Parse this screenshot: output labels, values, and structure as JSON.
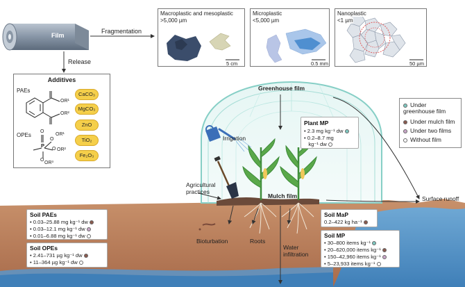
{
  "film": {
    "label": "Film"
  },
  "flow": {
    "fragmentation": "Fragmentation",
    "release": "Release"
  },
  "plastic_panels": [
    {
      "title": "Macroplastic and mesoplastic",
      "size": ">5,000 µm",
      "scale": "5 cm"
    },
    {
      "title": "Microplastic",
      "size": "<5,000 µm",
      "scale": "0.5 mm"
    },
    {
      "title": "Nanoplastic",
      "size": "<1 µm",
      "scale": "50 µm"
    }
  ],
  "additives": {
    "title": "Additives",
    "paes_label": "PAEs",
    "opes_label": "OPEs",
    "pae_groups": [
      "OR¹",
      "OR²"
    ],
    "ope_groups": [
      "OR¹",
      "OR²",
      "OR³"
    ],
    "ope_atoms": [
      "O",
      "P",
      "O",
      "O",
      "O"
    ],
    "compounds": [
      "CaCO₃",
      "MgCO₃",
      "ZnO",
      "TiO₂",
      "Fe₂O₃"
    ]
  },
  "scene": {
    "greenhouse_film": "Greenhouse film",
    "irrigation": "Irrigation",
    "agricultural_practices": "Agricultural\npractices",
    "mulch_film": "Mulch film",
    "surface_runoff": "Surface runoff",
    "bioturbation": "Bioturbation",
    "roots": "Roots",
    "water_infiltration": "Water\ninfiltration"
  },
  "legend": {
    "items": [
      {
        "label": "Under\ngreenhouse film",
        "color": "#7ec8c0"
      },
      {
        "label": "Under mulch film",
        "color": "#8a5a4e"
      },
      {
        "label": "Under two films",
        "color": "#c9a6c8"
      },
      {
        "label": "Without film",
        "color": "#ffffff"
      }
    ]
  },
  "plant_mp": {
    "title": "Plant MP",
    "rows": [
      {
        "text": "• 2.3 mg kg⁻¹ dw",
        "color": "#7ec8c0"
      },
      {
        "text": "• 0.2–8.7 mg\n   kg⁻¹ dw",
        "color": "#ffffff"
      }
    ]
  },
  "soil_paes": {
    "title": "Soil PAEs",
    "rows": [
      {
        "text": "• 0.03–25.88 mg kg⁻¹ dw",
        "color": "#8a5a4e"
      },
      {
        "text": "• 0.03–12.1 mg kg⁻¹ dw",
        "color": "#c9a6c8"
      },
      {
        "text": "• 0.01–6.88 mg kg⁻¹ dw",
        "color": "#ffffff"
      }
    ]
  },
  "soil_opes": {
    "title": "Soil OPEs",
    "rows": [
      {
        "text": "• 2.41–731 µg kg⁻¹ dw",
        "color": "#8a5a4e"
      },
      {
        "text": "• 11–364 µg kg⁻¹ dw",
        "color": "#ffffff"
      }
    ]
  },
  "soil_map": {
    "title": "Soil MaP",
    "rows": [
      {
        "text": "0.2–422 kg ha⁻¹",
        "color": "#8a5a4e"
      }
    ]
  },
  "soil_mp": {
    "title": "Soil MP",
    "rows": [
      {
        "text": "• 30–800 items kg⁻¹",
        "color": "#7ec8c0"
      },
      {
        "text": "• 20–620,000 items kg⁻¹",
        "color": "#8a5a4e"
      },
      {
        "text": "• 150–42,960 items kg⁻¹",
        "color": "#c9a6c8"
      },
      {
        "text": "• 5–23,933 items kg⁻¹",
        "color": "#ffffff"
      }
    ]
  }
}
